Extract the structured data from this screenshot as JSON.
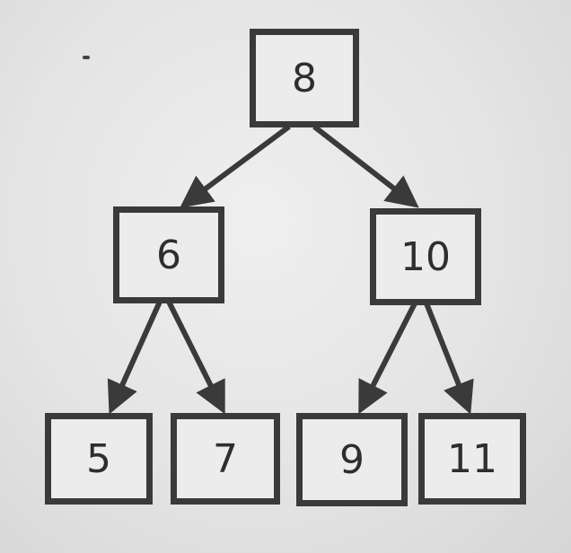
{
  "tree": {
    "nodes": [
      {
        "id": "n8",
        "label": "8"
      },
      {
        "id": "n6",
        "label": "6"
      },
      {
        "id": "n10",
        "label": "10"
      },
      {
        "id": "n5",
        "label": "5"
      },
      {
        "id": "n7",
        "label": "7"
      },
      {
        "id": "n9",
        "label": "9"
      },
      {
        "id": "n11",
        "label": "11"
      }
    ],
    "edges": [
      {
        "from": "n8",
        "to": "n6"
      },
      {
        "from": "n8",
        "to": "n10"
      },
      {
        "from": "n6",
        "to": "n5"
      },
      {
        "from": "n6",
        "to": "n7"
      },
      {
        "from": "n10",
        "to": "n9"
      },
      {
        "from": "n10",
        "to": "n11"
      }
    ]
  },
  "colors": {
    "stroke": "#3a3a3a",
    "text": "#2e2e2e",
    "box_fill": "#ececec"
  }
}
